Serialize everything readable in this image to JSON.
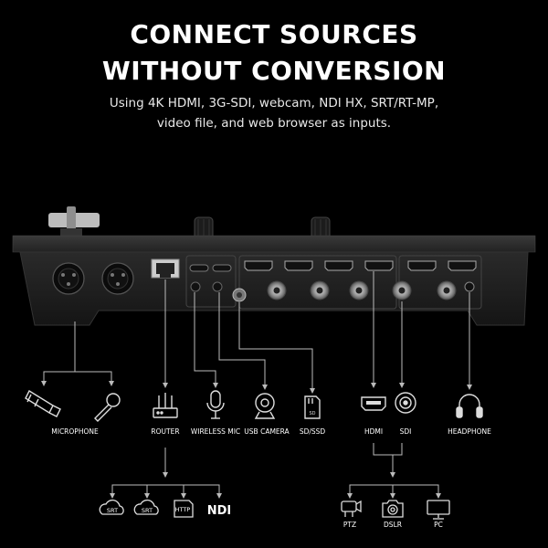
{
  "headline": {
    "line1": "CONNECT SOURCES",
    "line2": "WITHOUT CONVERSION"
  },
  "subtitle": "Using 4K HDMI, 3G-SDI, webcam, NDI HX, SRT/RT-MP, video file, and web browser as inputs.",
  "inputs": {
    "microphone": "MICROPHONE",
    "router": "ROUTER",
    "wireless_mic": "WIRELESS MIC",
    "usb_camera": "USB CAMERA",
    "sd_ssd": "SD/SSD",
    "hdmi": "HDMI",
    "sdi": "SDI",
    "headphone": "HEADPHONE"
  },
  "network_sources": {
    "srt1": "SRT",
    "srt2": "SRT",
    "http": "HTTP",
    "ndi": "NDI"
  },
  "cameras": {
    "ptz": "PTZ",
    "dslr": "DSLR",
    "pc": "PC"
  },
  "icons": [
    "xlr-plug-icon",
    "handheld-mic-icon",
    "router-icon",
    "wireless-mic-icon",
    "webcam-icon",
    "sd-card-icon",
    "hdmi-port-icon",
    "sdi-connector-icon",
    "headphone-icon",
    "srt-cloud-icon",
    "http-doc-icon",
    "ndi-logo",
    "ptz-camera-icon",
    "dslr-icon",
    "pc-monitor-icon"
  ]
}
